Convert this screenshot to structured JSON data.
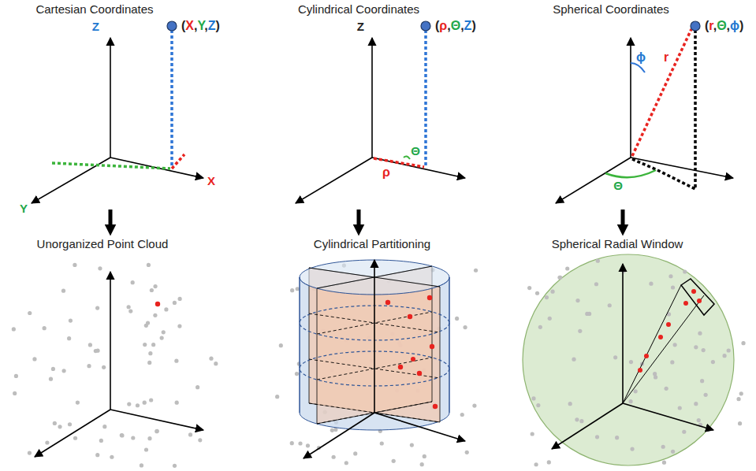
{
  "diagram": {
    "labels": [
      "Cartesian Coordinates",
      "Cylindrical Coordinates",
      "Spherical Coordinates",
      "Z",
      "(X,Y,Z)",
      "Y",
      "X",
      "Z",
      "(ρ,Θ,Z)",
      "ρ",
      "Θ",
      "(r,Θ,ϕ)",
      "ϕ",
      "r",
      "Θ",
      "Unorganized Point Cloud",
      "Cylindrical Partitioning",
      "Spherical Radial Window"
    ]
  }
}
